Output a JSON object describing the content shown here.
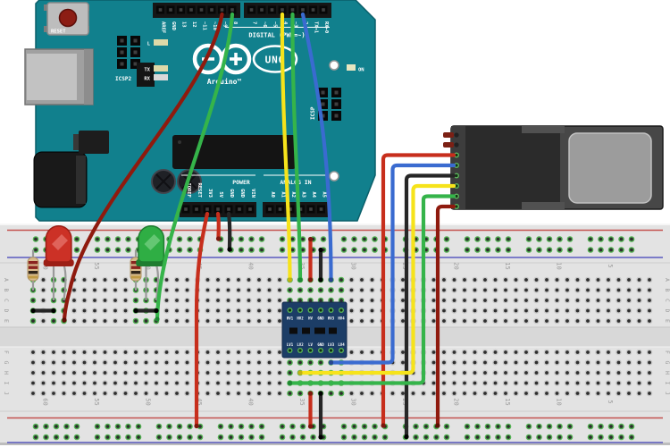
{
  "colors": {
    "page_bg": "#ffffff",
    "board_teal": "#11808d",
    "board_edge": "#0a5f6a",
    "breadboard_bg": "#e3e3e3",
    "breadboard_gap": "#d8d8d8",
    "rail_red_line": "#c4524e",
    "rail_blue_line": "#5b5bbf",
    "hole_ring": "#c9c9c9",
    "hole_ring_connected": "#53b353",
    "hole_center": "#2e2e2e",
    "label_gray": "#9a9a9a",
    "silk_white": "#ffffff",
    "header_black": "#161616",
    "pin_dark": "#080808",
    "pin_center": "#3f3f3f",
    "wire_red": "#c72e1c",
    "wire_dark_red": "#8f1a0e",
    "wire_green": "#35b44a",
    "wire_yellow": "#f6e31b",
    "wire_blue": "#3a6bd0",
    "wire_black": "#262626",
    "cap_red": "#7d160c",
    "cap_dark_red": "#5e0d05",
    "cap_green": "#1e8733",
    "cap_yellow": "#c0b112",
    "cap_blue": "#27458f",
    "cap_black": "#000000",
    "led_red": "#cc3126",
    "led_red_dark": "#9c1f16",
    "led_green": "#2fae44",
    "led_green_dark": "#1f7d30",
    "resistor_body": "#d9bc8d",
    "resistor_band": "#8a2420",
    "resistor_band3": "#30251a",
    "resistor_band_gold": "#c09a43",
    "module_body": "#2b2b2b",
    "module_side": "#3d3d3d",
    "module_cap": "#474747",
    "module_window": "#9c9c9c",
    "converter_body": "#1c3d66"
  },
  "arduino": {
    "model": "UNO",
    "brand": "Arduino™",
    "digital_label": "DIGITAL (PWM=~)",
    "power_label": "POWER",
    "analog_label": "ANALOG IN",
    "reset_label": "RESET",
    "icsp2_label": "ICSP2",
    "icsp_label": "ICSP",
    "led_l": "L",
    "led_tx": "TX",
    "led_rx": "RX",
    "led_on": "ON",
    "digital_pins_left": [
      "AREF",
      "GND",
      "13",
      "12",
      "~11",
      "~10",
      "~9",
      "8"
    ],
    "digital_pins_right": [
      "7",
      "~6",
      "~5",
      "4",
      "~3",
      "2",
      "TX→1",
      "RX←0"
    ],
    "power_pins": [
      "IOREF",
      "RESET",
      "3V3",
      "5V",
      "GND",
      "GND",
      "VIN"
    ],
    "analog_pins": [
      "A0",
      "A1",
      "A2",
      "A3",
      "A4",
      "A5"
    ]
  },
  "breadboard": {
    "row_letters_top": [
      "A",
      "B",
      "C",
      "D",
      "E"
    ],
    "row_letters_bottom": [
      "F",
      "G",
      "H",
      "I",
      "J"
    ],
    "column_numbers": [
      "60",
      "55",
      "50",
      "45",
      "40",
      "35",
      "30",
      "25",
      "20",
      "15",
      "10",
      "5"
    ]
  },
  "converter": {
    "hv_labels": [
      "HV1",
      "HV2",
      "HV",
      "GND",
      "HV3",
      "HV4"
    ],
    "lv_labels": [
      "LV1",
      "LV2",
      "LV",
      "GND",
      "LV3",
      "LV4"
    ]
  },
  "components": {
    "arduino": "Arduino UNO",
    "fingerprint_scanner": "Fingerprint scanner module",
    "level_converter": "Bi-directional logic level converter",
    "red_led": "Red LED",
    "green_led": "Green LED",
    "resistors": "Resistor x2"
  },
  "wires": [
    {
      "name": "arduino-5v-to-top-positive-rail",
      "color": "red"
    },
    {
      "name": "arduino-gnd-to-top-negative-rail",
      "color": "black"
    },
    {
      "name": "arduino-3v3-to-bottom-positive-rail",
      "color": "red"
    },
    {
      "name": "arduino-pin9-to-red-led",
      "color": "dark_red"
    },
    {
      "name": "arduino-pin8-to-green-led",
      "color": "green"
    },
    {
      "name": "arduino-pin4-to-hv1",
      "color": "yellow"
    },
    {
      "name": "arduino-pin3-to-hv2",
      "color": "green"
    },
    {
      "name": "arduino-pin2-to-hv3",
      "color": "blue"
    },
    {
      "name": "top-positive-rail-to-hv",
      "color": "red"
    },
    {
      "name": "top-negative-rail-to-converter-gnd",
      "color": "black"
    },
    {
      "name": "lv-to-bottom-positive-rail",
      "color": "red"
    },
    {
      "name": "converter-gnd-to-bottom-negative-rail",
      "color": "black"
    },
    {
      "name": "red-led-jumper",
      "color": "black"
    },
    {
      "name": "green-led-jumper",
      "color": "black"
    },
    {
      "name": "scanner-power-to-bottom-positive-rail",
      "color": "red"
    },
    {
      "name": "scanner-to-lv3",
      "color": "blue"
    },
    {
      "name": "scanner-gnd-to-bottom-negative-rail",
      "color": "black"
    },
    {
      "name": "scanner-to-lv2",
      "color": "yellow"
    },
    {
      "name": "scanner-to-lv1",
      "color": "green"
    },
    {
      "name": "scanner-power2-to-bottom-positive-rail",
      "color": "dark_red"
    }
  ]
}
